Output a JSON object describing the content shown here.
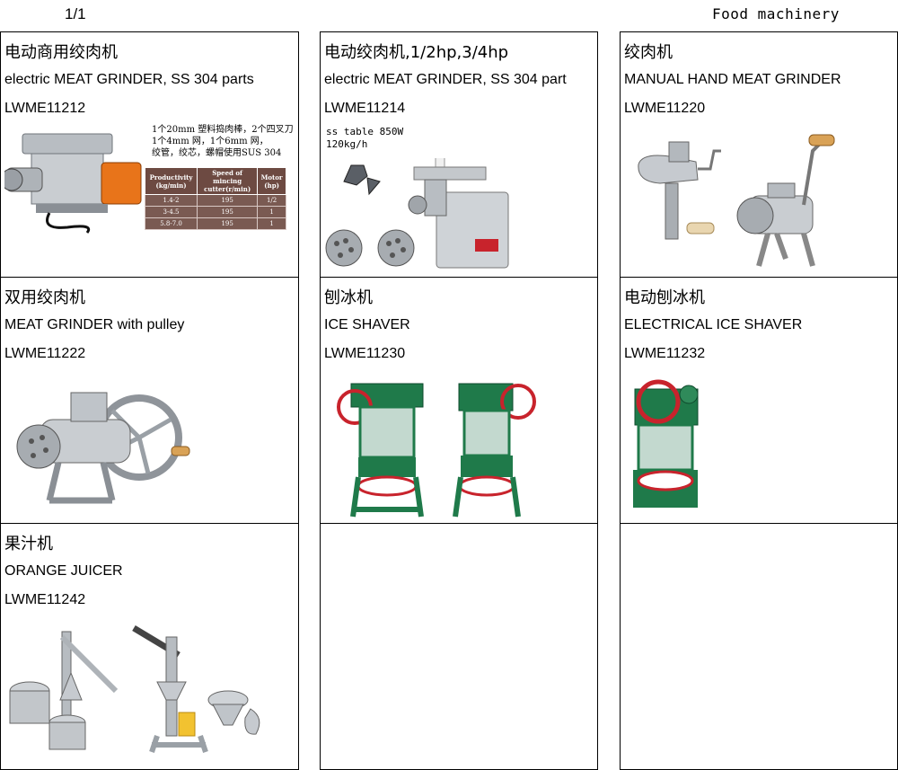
{
  "header": {
    "page": "1/1",
    "section": "Food machinery"
  },
  "colors": {
    "steel": "#c8ccd0",
    "steel_dark": "#8a8f95",
    "green": "#1f7a4a",
    "red": "#c8232c",
    "orange": "#e87a1a",
    "wood": "#d9a256"
  },
  "products": [
    {
      "cn": "电动商用绞肉机",
      "en": "electric MEAT GRINDER, SS 304 parts",
      "code": "LWME11212",
      "note": "1个20mm 塑料捣肉棒，2个四叉刀\n1个4mm 网，1个6mm 网，\n绞管，绞芯，螺帽使用SUS 304",
      "spec_table": {
        "headers": [
          "Productivity (kg/min)",
          "Speed of mincing cutter(r/min)",
          "Motor (hp)"
        ],
        "rows": [
          [
            "1.4-2",
            "195",
            "1/2"
          ],
          [
            "3-4.5",
            "195",
            "1"
          ],
          [
            "5.8-7.0",
            "195",
            "1"
          ]
        ]
      }
    },
    {
      "cn": "电动绞肉机,1/2hp,3/4hp",
      "en": "electric MEAT GRINDER, SS 304 part",
      "code": "LWME11214",
      "note": "ss table 850W\n120kg/h"
    },
    {
      "cn": "绞肉机",
      "en": "MANUAL HAND MEAT GRINDER",
      "code": "LWME11220"
    },
    {
      "cn": "双用绞肉机",
      "en": "MEAT GRINDER with pulley",
      "code": "LWME11222"
    },
    {
      "cn": "刨冰机",
      "en": "ICE SHAVER",
      "code": "LWME11230"
    },
    {
      "cn": "电动刨冰机",
      "en": "ELECTRICAL ICE SHAVER",
      "code": "LWME11232"
    },
    {
      "cn": "果汁机",
      "en": "ORANGE JUICER",
      "code": "LWME11242"
    }
  ]
}
